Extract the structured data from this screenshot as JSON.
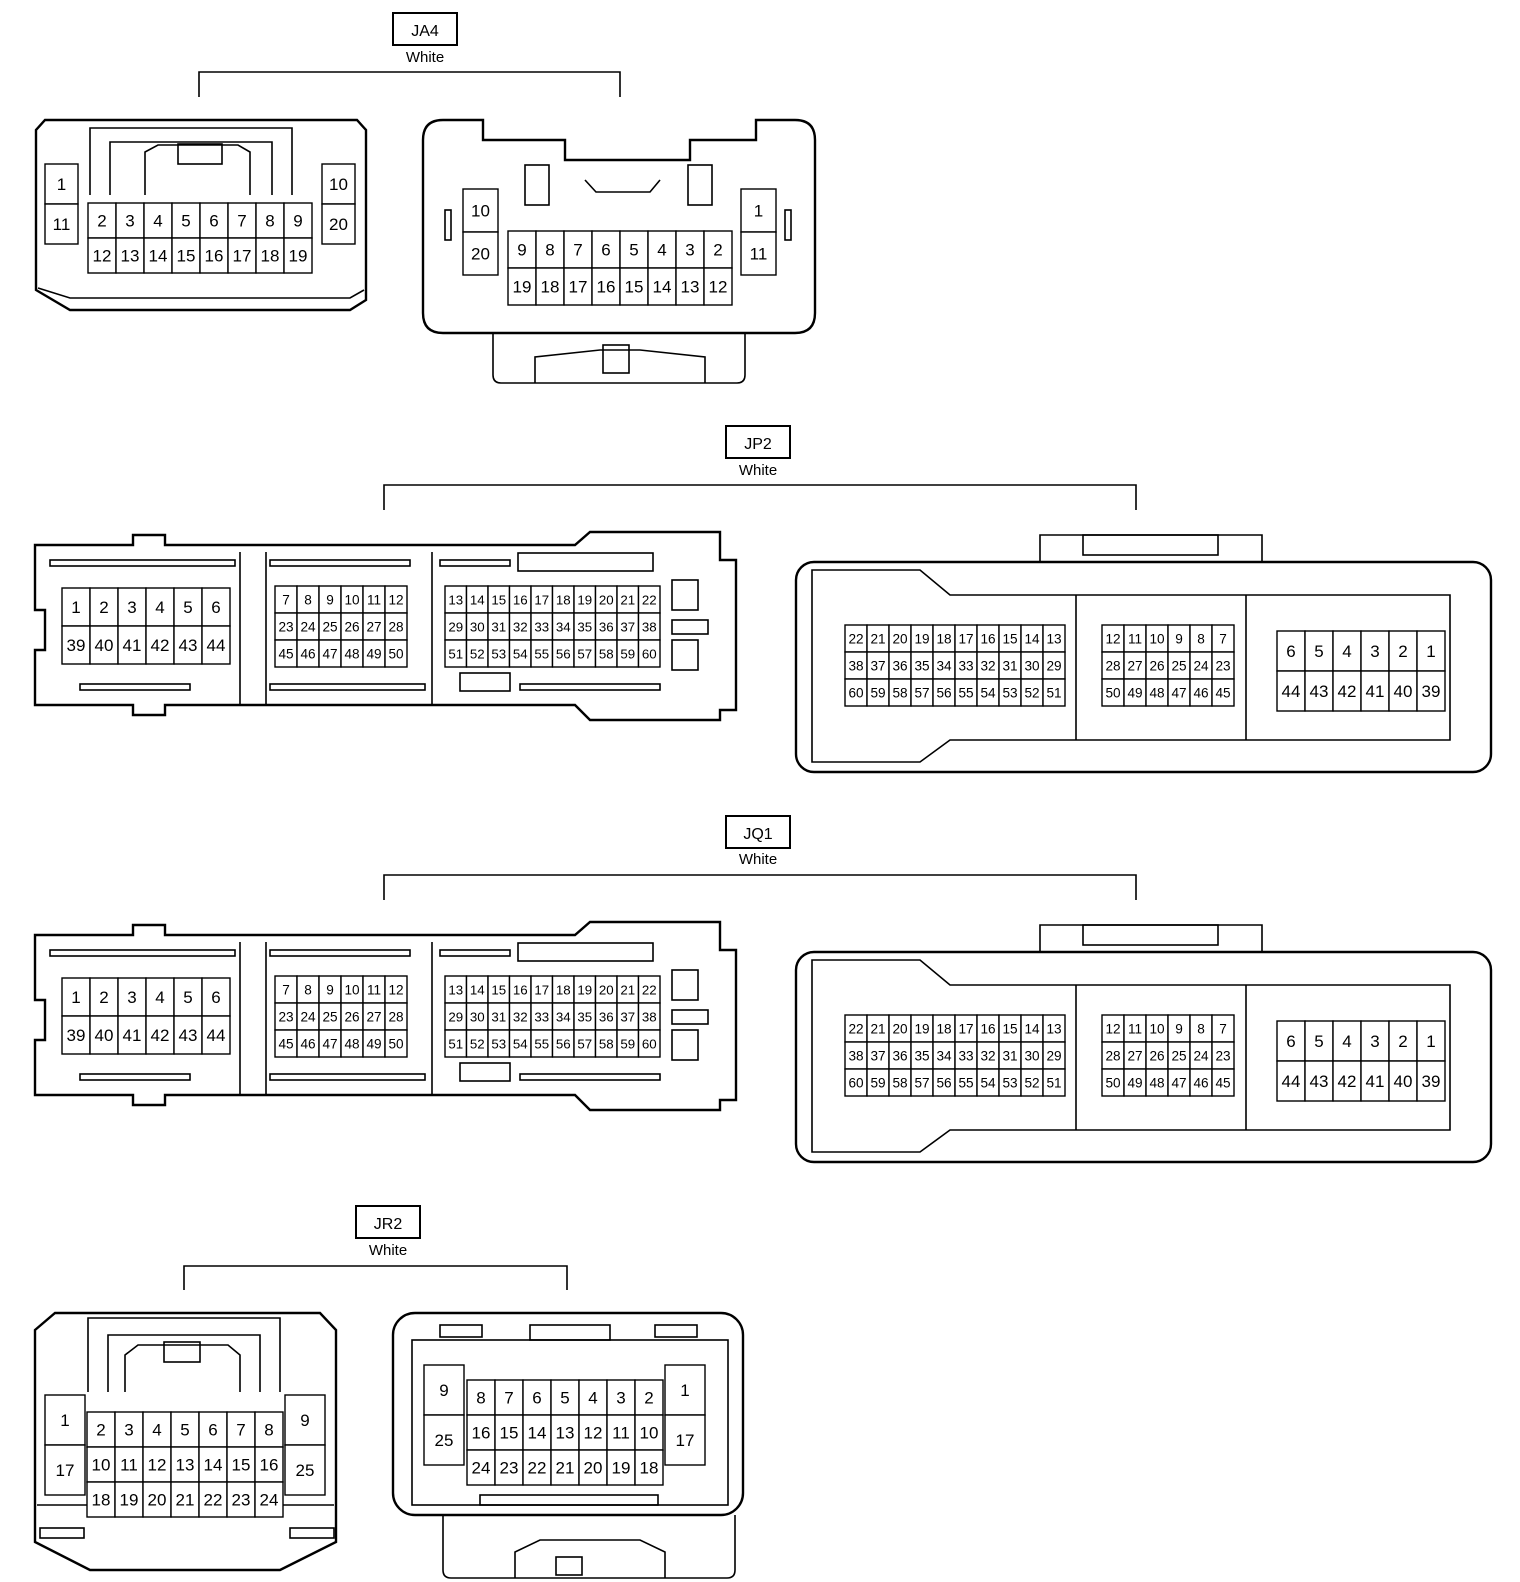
{
  "connectors": [
    {
      "id": "JA4",
      "color": "White",
      "left": {
        "side_left": [
          [
            "1"
          ],
          [
            "11"
          ]
        ],
        "grid": [
          [
            "2",
            "3",
            "4",
            "5",
            "6",
            "7",
            "8",
            "9"
          ],
          [
            "12",
            "13",
            "14",
            "15",
            "16",
            "17",
            "18",
            "19"
          ]
        ],
        "side_right": [
          [
            "10"
          ],
          [
            "20"
          ]
        ]
      },
      "right": {
        "side_left": [
          [
            "10"
          ],
          [
            "20"
          ]
        ],
        "grid": [
          [
            "9",
            "8",
            "7",
            "6",
            "5",
            "4",
            "3",
            "2"
          ],
          [
            "19",
            "18",
            "17",
            "16",
            "15",
            "14",
            "13",
            "12"
          ]
        ],
        "side_right": [
          [
            "1"
          ],
          [
            "11"
          ]
        ]
      }
    },
    {
      "id": "JP2",
      "color": "White",
      "left": {
        "blocks": [
          [
            [
              "1",
              "2",
              "3",
              "4",
              "5",
              "6"
            ],
            [
              "39",
              "40",
              "41",
              "42",
              "43",
              "44"
            ]
          ],
          [
            [
              "7",
              "8",
              "9",
              "10",
              "11",
              "12"
            ],
            [
              "23",
              "24",
              "25",
              "26",
              "27",
              "28"
            ],
            [
              "45",
              "46",
              "47",
              "48",
              "49",
              "50"
            ]
          ],
          [
            [
              "13",
              "14",
              "15",
              "16",
              "17",
              "18",
              "19",
              "20",
              "21",
              "22"
            ],
            [
              "29",
              "30",
              "31",
              "32",
              "33",
              "34",
              "35",
              "36",
              "37",
              "38"
            ],
            [
              "51",
              "52",
              "53",
              "54",
              "55",
              "56",
              "57",
              "58",
              "59",
              "60"
            ]
          ]
        ]
      },
      "right": {
        "blocks": [
          [
            [
              "22",
              "21",
              "20",
              "19",
              "18",
              "17",
              "16",
              "15",
              "14",
              "13"
            ],
            [
              "38",
              "37",
              "36",
              "35",
              "34",
              "33",
              "32",
              "31",
              "30",
              "29"
            ],
            [
              "60",
              "59",
              "58",
              "57",
              "56",
              "55",
              "54",
              "53",
              "52",
              "51"
            ]
          ],
          [
            [
              "12",
              "11",
              "10",
              "9",
              "8",
              "7"
            ],
            [
              "28",
              "27",
              "26",
              "25",
              "24",
              "23"
            ],
            [
              "50",
              "49",
              "48",
              "47",
              "46",
              "45"
            ]
          ],
          [
            [
              "6",
              "5",
              "4",
              "3",
              "2",
              "1"
            ],
            [
              "44",
              "43",
              "42",
              "41",
              "40",
              "39"
            ]
          ]
        ]
      }
    },
    {
      "id": "JQ1",
      "color": "White",
      "left": {
        "blocks": [
          [
            [
              "1",
              "2",
              "3",
              "4",
              "5",
              "6"
            ],
            [
              "39",
              "40",
              "41",
              "42",
              "43",
              "44"
            ]
          ],
          [
            [
              "7",
              "8",
              "9",
              "10",
              "11",
              "12"
            ],
            [
              "23",
              "24",
              "25",
              "26",
              "27",
              "28"
            ],
            [
              "45",
              "46",
              "47",
              "48",
              "49",
              "50"
            ]
          ],
          [
            [
              "13",
              "14",
              "15",
              "16",
              "17",
              "18",
              "19",
              "20",
              "21",
              "22"
            ],
            [
              "29",
              "30",
              "31",
              "32",
              "33",
              "34",
              "35",
              "36",
              "37",
              "38"
            ],
            [
              "51",
              "52",
              "53",
              "54",
              "55",
              "56",
              "57",
              "58",
              "59",
              "60"
            ]
          ]
        ]
      },
      "right": {
        "blocks": [
          [
            [
              "22",
              "21",
              "20",
              "19",
              "18",
              "17",
              "16",
              "15",
              "14",
              "13"
            ],
            [
              "38",
              "37",
              "36",
              "35",
              "34",
              "33",
              "32",
              "31",
              "30",
              "29"
            ],
            [
              "60",
              "59",
              "58",
              "57",
              "56",
              "55",
              "54",
              "53",
              "52",
              "51"
            ]
          ],
          [
            [
              "12",
              "11",
              "10",
              "9",
              "8",
              "7"
            ],
            [
              "28",
              "27",
              "26",
              "25",
              "24",
              "23"
            ],
            [
              "50",
              "49",
              "48",
              "47",
              "46",
              "45"
            ]
          ],
          [
            [
              "6",
              "5",
              "4",
              "3",
              "2",
              "1"
            ],
            [
              "44",
              "43",
              "42",
              "41",
              "40",
              "39"
            ]
          ]
        ]
      }
    },
    {
      "id": "JR2",
      "color": "White",
      "left": {
        "side_left": [
          [
            "1"
          ],
          [
            "17"
          ]
        ],
        "grid": [
          [
            "2",
            "3",
            "4",
            "5",
            "6",
            "7",
            "8"
          ],
          [
            "10",
            "11",
            "12",
            "13",
            "14",
            "15",
            "16"
          ],
          [
            "18",
            "19",
            "20",
            "21",
            "22",
            "23",
            "24"
          ]
        ],
        "side_right": [
          [
            "9"
          ],
          [
            "25"
          ]
        ]
      },
      "right": {
        "side_left": [
          [
            "9"
          ],
          [
            "25"
          ]
        ],
        "grid": [
          [
            "8",
            "7",
            "6",
            "5",
            "4",
            "3",
            "2"
          ],
          [
            "16",
            "15",
            "14",
            "13",
            "12",
            "11",
            "10"
          ],
          [
            "24",
            "23",
            "22",
            "21",
            "20",
            "19",
            "18"
          ]
        ],
        "side_right": [
          [
            "1"
          ],
          [
            "17"
          ]
        ]
      }
    }
  ]
}
